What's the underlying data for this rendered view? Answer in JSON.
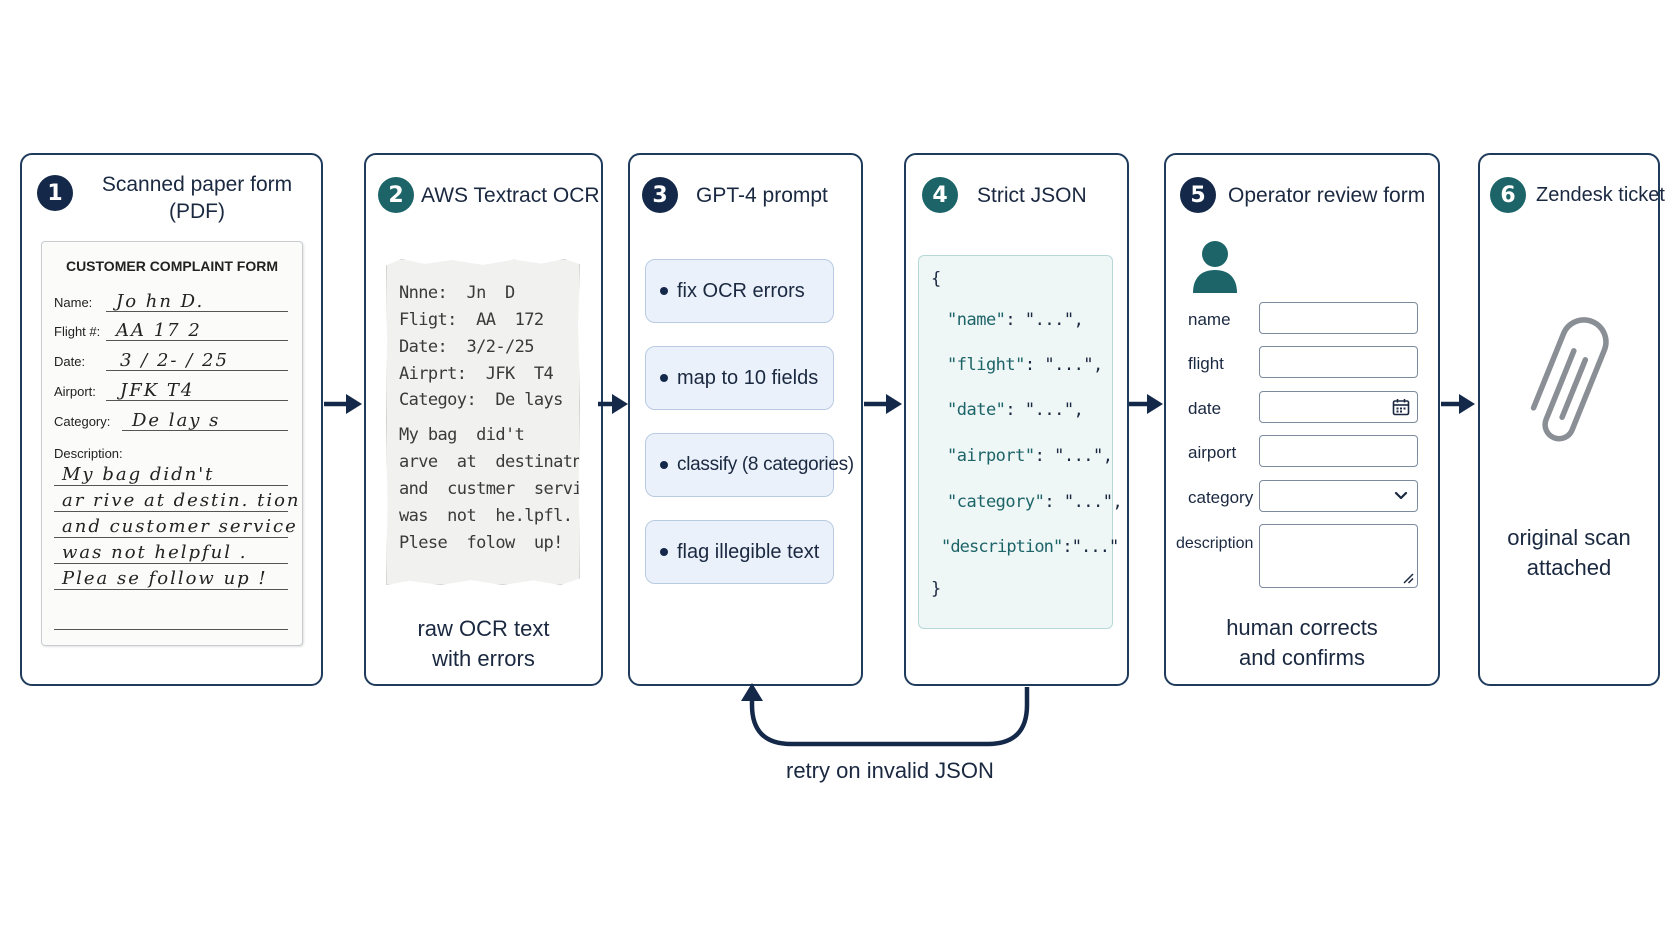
{
  "steps": [
    {
      "number": "1",
      "title": "Scanned paper form",
      "subtitle": "(PDF)"
    },
    {
      "number": "2",
      "title": "AWS Textract OCR",
      "caption_line1": "raw OCR text",
      "caption_line2": "with errors"
    },
    {
      "number": "3",
      "title": "GPT-4 prompt",
      "items": [
        "fix OCR errors",
        "map to 10 fields",
        "classify (8 categories)",
        "flag illegible text"
      ]
    },
    {
      "number": "4",
      "title": "Strict JSON"
    },
    {
      "number": "5",
      "title": "Operator review form",
      "caption_line1": "human corrects",
      "caption_line2": "and confirms"
    },
    {
      "number": "6",
      "title": "Zendesk ticket",
      "caption_line1": "original scan",
      "caption_line2": "attached"
    }
  ],
  "paper_form": {
    "heading": "CUSTOMER COMPLAINT FORM",
    "fields": [
      {
        "label": "Name:",
        "value": "Jo hn  D."
      },
      {
        "label": "Flight #:",
        "value": "AA  17 2"
      },
      {
        "label": "Date:",
        "value": "3 / 2- / 25"
      },
      {
        "label": "Airport:",
        "value": "JFK  T4"
      },
      {
        "label": "Category:",
        "value": "De lay s"
      }
    ],
    "description_label": "Description:",
    "description_lines": [
      "My  bag  didn't",
      "ar rive  at  destin. tion",
      "and  customer  service",
      "was  not  helpful .",
      "Plea se  follow  up !"
    ]
  },
  "ocr_output": {
    "lines": [
      "Nnne:  Jn  D",
      "Fligt:  AA  172",
      "Date:  3/2-/25",
      "Airprt:  JFK  T4",
      "Categoy:  De lays",
      "",
      "My bag  did't",
      "arve  at  destinatn",
      "and  custmer  servie",
      "was  not  he.lpfl.",
      "Plese  folow  up!"
    ]
  },
  "json_output": {
    "open_brace": "{",
    "close_brace": "}",
    "lines": [
      {
        "key": "\"name\"",
        "rest": ": \"...\","
      },
      {
        "key": "\"flight\"",
        "rest": ": \"...\","
      },
      {
        "key": "\"date\"",
        "rest": ": \"...\","
      },
      {
        "key": "\"airport\"",
        "rest": ": \"...\","
      },
      {
        "key": "\"category\"",
        "rest": ": \"...\","
      },
      {
        "key": "\"description\"",
        "rest": ":\"...\""
      }
    ]
  },
  "review_form": {
    "fields": [
      "name",
      "flight",
      "date",
      "airport",
      "category",
      "description"
    ]
  },
  "retry_label": "retry on invalid JSON",
  "icons": {
    "person": "person-icon",
    "calendar": "calendar-icon",
    "chevron": "chevron-down-icon",
    "resize": "resize-grip-icon",
    "paperclip": "paperclip-icon"
  },
  "colors": {
    "navy": "#14294a",
    "teal": "#1d6468",
    "border": "#1f3b5c",
    "pill_bg": "#eaf1fa",
    "json_bg": "#eef6f6"
  }
}
